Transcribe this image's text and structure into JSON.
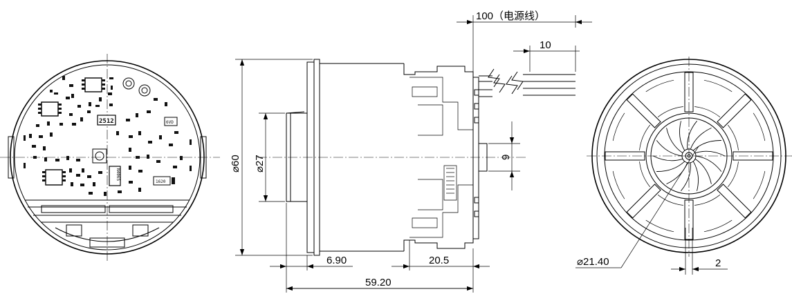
{
  "dimensions": {
    "cable_length": "100（电源线）",
    "strip_length": "10",
    "body_diameter": "⌀60",
    "boss_diameter": "⌀27",
    "offset_9": "9",
    "boss_length": "6.90",
    "rear_length": "20.5",
    "total_length": "59.20",
    "fan_diameter": "⌀21.40",
    "rib_width": "2"
  },
  "pcb_labels": {
    "resistor": "2512",
    "chip_a": "N4065",
    "chip_b": "1620",
    "chip_c": "6VD"
  }
}
